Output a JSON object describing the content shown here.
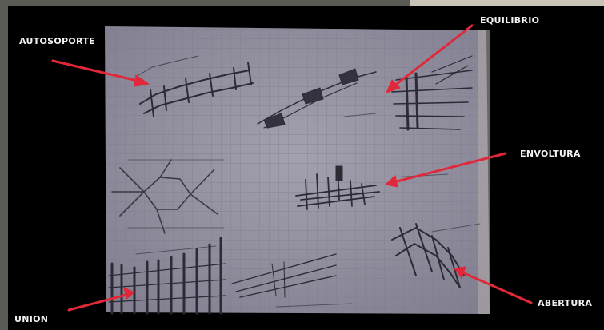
{
  "labels": {
    "autosoporte": "AUTOSOPORTE",
    "equilibrio": "EQUILIBRIO",
    "envoltura": "ENVOLTURA",
    "union": "UNION",
    "abertura": "ABERTURA"
  },
  "colors": {
    "background": "#000000",
    "frame": "#5b5b55",
    "paper": "#8f8d9b",
    "grid": "#7b798a",
    "sketch": "#2b2b36",
    "arrow": "#e0283a",
    "label": "#f2f2f2"
  }
}
